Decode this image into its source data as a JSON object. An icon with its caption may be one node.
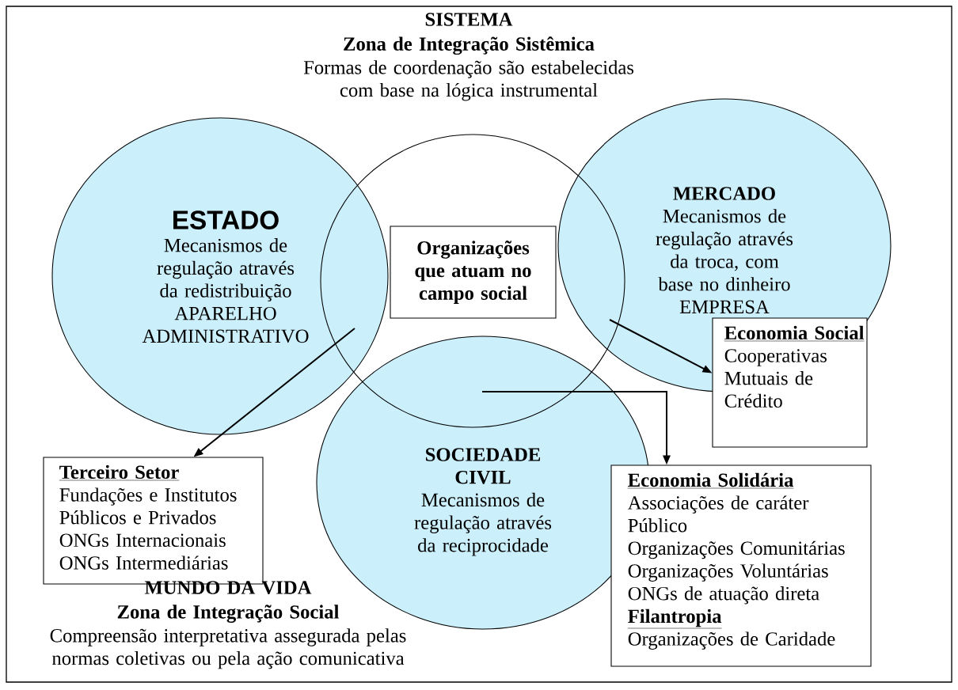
{
  "diagram": {
    "nodes": [
      {
        "text": [
          "ESTADO",
          "Mecanismos de regulação através da redistribuição",
          "APARELHO ADMINISTRATIVO"
        ]
      },
      {
        "text": [],
        "shape": "circle"
      },
      {
        "text": [
          "MERCADO",
          "Mecanismos de regulação através da troca, com base no dinheiro",
          "EMPRESA"
        ]
      },
      {
        "text": [
          "SOCIEDADE CIVIL",
          "Mecanismos de regulação através da reciprocidade"
        ]
      },
      {
        "text": [
          "Organizações que atuam no campo social"
        ],
        "in": 1
      },
      {
        "text": [
          "Economia Social",
          "Cooperativas",
          "Mutuais de Crédito"
        ]
      },
      {
        "text": [
          "Terceiro Setor",
          "Fundações e Institutos Públicos e Privados",
          "ONGs Internacionais",
          "ONGs Intermediárias"
        ]
      },
      {
        "text": [
          "Economia Solidária",
          "Associações de caráter Público",
          "Organizações Comunitárias",
          "Organizações Voluntárias",
          "ONGs de atuação direta",
          "Filantropia",
          "Organizações de Caridade"
        ]
      }
    ],
    "edges": [
      {
        "from": 0,
        "to": 6,
        "arrow": "to"
      },
      {
        "from": 2,
        "to": 5,
        "arrow": "to"
      },
      {
        "from": 3,
        "to": 7,
        "arrow": "to"
      }
    ],
    "labels": [
      "SISTEMA",
      "Zona de Integração Sistêmica",
      "Formas de coordenação são estabelecidas com base na lógica instrumental",
      "MUNDO DA VIDA",
      "Zona de Integração Social",
      "Compreensão interpretativa assegurada pelas normas coletivas ou pela ação comunicativa"
    ]
  }
}
